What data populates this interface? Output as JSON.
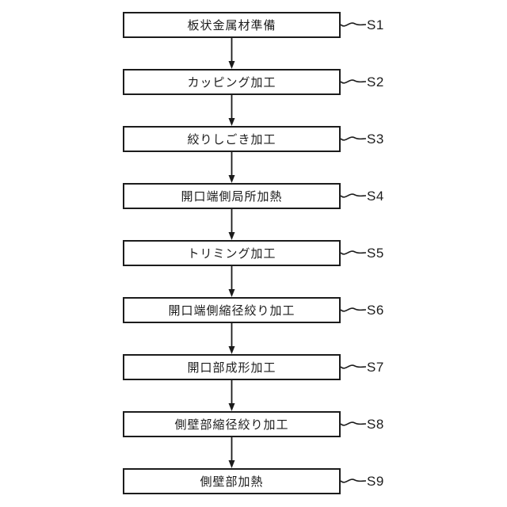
{
  "diagram": {
    "type": "flowchart",
    "direction": "top-to-bottom",
    "description": "Patent-style process flowchart of a metal can forming method with nine sequential steps",
    "colors": {
      "line": "#1c1c1c",
      "text": "#1c1c1c",
      "background": "#ffffff"
    },
    "steps": [
      {
        "id": "S1",
        "label": "板状金属材準備"
      },
      {
        "id": "S2",
        "label": "カッピング加工"
      },
      {
        "id": "S3",
        "label": "絞りしごき加工"
      },
      {
        "id": "S4",
        "label": "開口端側局所加熱"
      },
      {
        "id": "S5",
        "label": "トリミング加工"
      },
      {
        "id": "S6",
        "label": "開口端側縮径絞り加工"
      },
      {
        "id": "S7",
        "label": "開口部成形加工"
      },
      {
        "id": "S8",
        "label": "側壁部縮径絞り加工"
      },
      {
        "id": "S9",
        "label": "側壁部加熱"
      }
    ]
  }
}
